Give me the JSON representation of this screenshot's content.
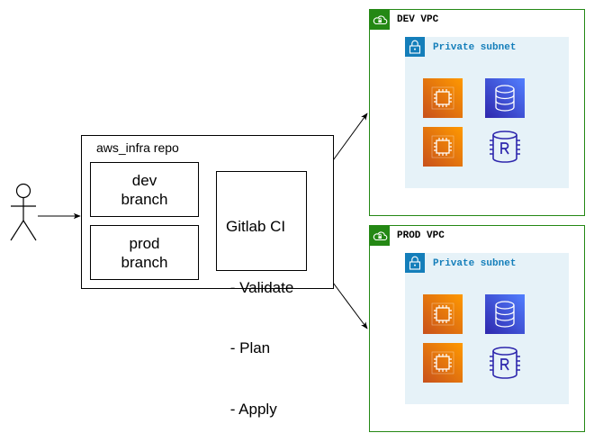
{
  "repo": {
    "title": "aws_infra repo",
    "dev_branch": [
      "dev",
      "branch"
    ],
    "prod_branch": [
      "prod",
      "branch"
    ],
    "ci": [
      "Gitlab CI",
      " - Validate",
      " - Plan",
      " - Apply"
    ]
  },
  "dev_vpc": {
    "label": "DEV VPC",
    "subnet_label": "Private subnet"
  },
  "prod_vpc": {
    "label": "PROD VPC",
    "subnet_label": "Private subnet"
  },
  "colors": {
    "vpc_border": "#248814",
    "subnet_fill": "#e6f2f8",
    "subnet_accent": "#147eba",
    "ec2_start": "#c8511b",
    "ec2_end": "#ff9900",
    "rds_start": "#2e27ad",
    "rds_end": "#527fff",
    "replica": "#2e27ad"
  },
  "icons": {
    "actor": "user-actor-icon",
    "vpc": "cloud-lock-icon",
    "subnet": "padlock-icon",
    "compute": "ec2-instance-icon",
    "database": "rds-database-icon",
    "replica": "rds-read-replica-icon"
  }
}
